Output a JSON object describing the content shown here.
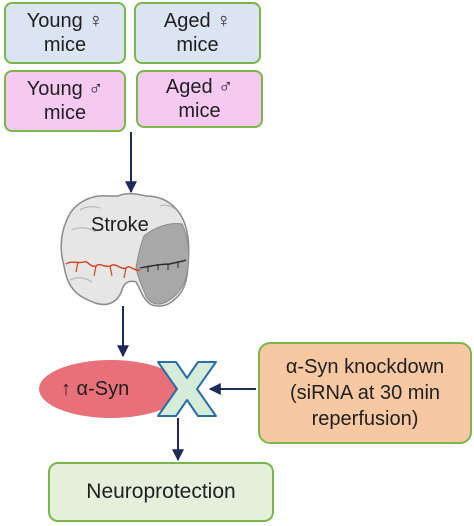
{
  "groups": {
    "young_female": "Young ♀\nmice",
    "aged_female": "Aged ♀\nmice",
    "young_male": "Young ♂\nmice",
    "aged_male": "Aged ♂\nmice"
  },
  "stroke_label": "Stroke",
  "asyn_label": "↑ α-Syn",
  "knockdown_label": "α-Syn knockdown\n(siRNA at 30 min\nreperfusion)",
  "outcome_label": "Neuroprotection",
  "colors": {
    "female_box": "#dbe4f2",
    "male_box": "#f6c9f3",
    "box_border": "#7ab648",
    "knockdown_box": "#f8c8a3",
    "outcome_box": "#e4f0dc",
    "asyn_ellipse": "#e8707a",
    "x_mark": "#d4ecd8",
    "arrow": "#1f2a5a",
    "brain": "#e6e6e6",
    "infarct": "#a8a8a8",
    "vessels": "#d6401f"
  }
}
